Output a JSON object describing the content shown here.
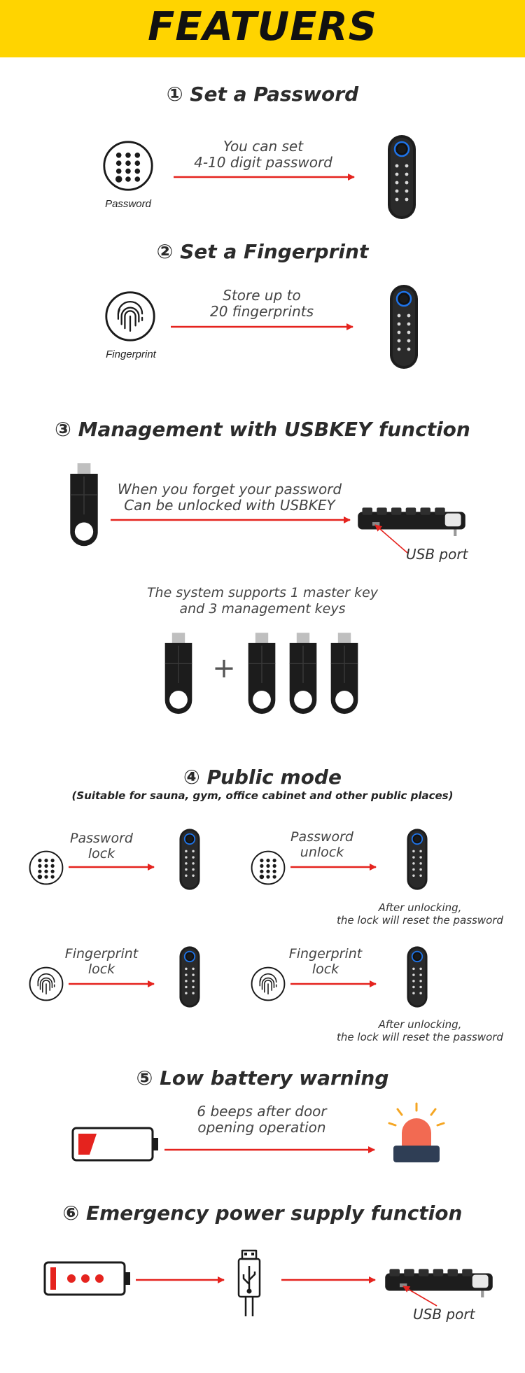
{
  "header": {
    "title": "FEATUERS"
  },
  "colors": {
    "banner": "#FFD400",
    "arrow": "#E5231E",
    "accent_blue": "#1E73E8",
    "lock_body": "#222222"
  },
  "sections": {
    "password": {
      "heading": "① Set a Password",
      "icon_label": "Password",
      "caption_1": "You can set",
      "caption_2": "4-10 digit password"
    },
    "fingerprint": {
      "heading": "② Set a Fingerprint",
      "icon_label": "Fingerprint",
      "caption_1": "Store up to",
      "caption_2": "20 fingerprints"
    },
    "usbkey": {
      "heading": "③ Management with USBKEY function",
      "caption_1": "When you forget your password",
      "caption_2": "Can be unlocked with USBKEY",
      "port_label": "USB port",
      "keys_caption_1": "The system supports 1 master key",
      "keys_caption_2": "and 3 management keys",
      "plus": "+"
    },
    "public": {
      "heading": "④ Public mode",
      "subheading": "(Suitable for sauna, gym, office cabinet and other public places)",
      "pw_lock_1": "Password",
      "pw_lock_2": "lock",
      "pw_unlock_1": "Password",
      "pw_unlock_2": "unlock",
      "fp_lock_1": "Fingerprint",
      "fp_lock_2": "lock",
      "fp_lock_b_1": "Fingerprint",
      "fp_lock_b_2": "lock",
      "reset_1": "After unlocking,",
      "reset_2": "the lock will reset the password",
      "reset_b_1": "After unlocking,",
      "reset_b_2": "the lock will reset the password"
    },
    "battery": {
      "heading": "⑤ Low battery warning",
      "caption_1": "6 beeps after door",
      "caption_2": "opening operation"
    },
    "emergency": {
      "heading": "⑥ Emergency power supply function",
      "port_label": "USB port"
    }
  }
}
